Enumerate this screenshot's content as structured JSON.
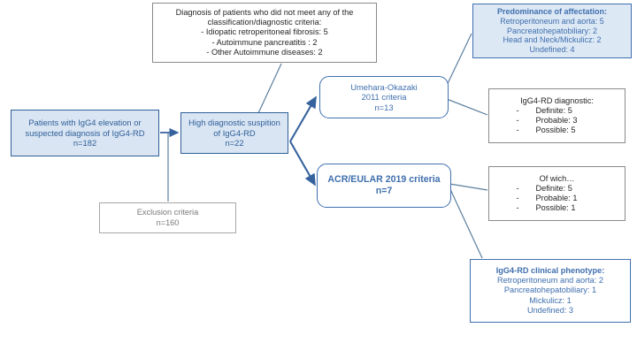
{
  "diagram": {
    "type": "flowchart",
    "title": "IgG4-RD patient classification flowchart",
    "colors": {
      "fill_blue": "#d9e5f3",
      "border_blue": "#2e5f98",
      "text_blue": "#3f6fae",
      "border_gray": "#8a8a8a",
      "text_gray": "#7a7a7a",
      "arrow_blue": "#36639e"
    }
  },
  "nodes": {
    "cohort": {
      "line1": "Patients with IgG4 elevation or",
      "line2": "suspected diagnosis of IgG4-RD",
      "line3": "n=182"
    },
    "suspicion": {
      "line1": "High diagnostic suspition",
      "line2": "of IgG4-RD",
      "line3": "n=22"
    },
    "exclusion": {
      "line1": "Exclusion criteria",
      "line2": "n=160"
    },
    "nonmeet": {
      "line1": "Diagnosis of patients who did not meet any of the",
      "line2": "classification/diagnostic criteria:",
      "line3": "- Idiopatic retroperitoneal fibrosis: 5",
      "line4": "- Autoimmune pancreatitis : 2",
      "line5": "- Other Autoimmune diseases: 2"
    },
    "umehara": {
      "line1": "Umehara-Okazaki",
      "line2": "2011 criteria",
      "line3": "n=13"
    },
    "acreular": {
      "line1": "ACR/EULAR 2019 criteria",
      "line2": "n=7"
    },
    "predominance": {
      "heading": "Predominance of affectation:",
      "line1": "Retroperitoneum and aorta: 5",
      "line2": "Pancreatohepatobiliary: 2",
      "line3": "Head and Neck/Mickulicz: 2",
      "line4": "Undefined: 4"
    },
    "diagnostic": {
      "heading": "IgG4-RD diagnostic:",
      "dash": "-",
      "item1": "Definite: 5",
      "item2": "Probable: 3",
      "item3": "Possible: 5"
    },
    "ofwich": {
      "heading": "Of wich…",
      "dash": "-",
      "item1": "Definite: 5",
      "item2": "Probable: 1",
      "item3": "Possible: 1"
    },
    "phenotype": {
      "heading": "IgG4-RD clinical phenotype:",
      "line1": "Retroperitoneum and aorta: 2",
      "line2": "Pancreatohepatobiliary: 1",
      "line3": "Mickulicz: 1",
      "line4": "Undefined: 3"
    }
  }
}
